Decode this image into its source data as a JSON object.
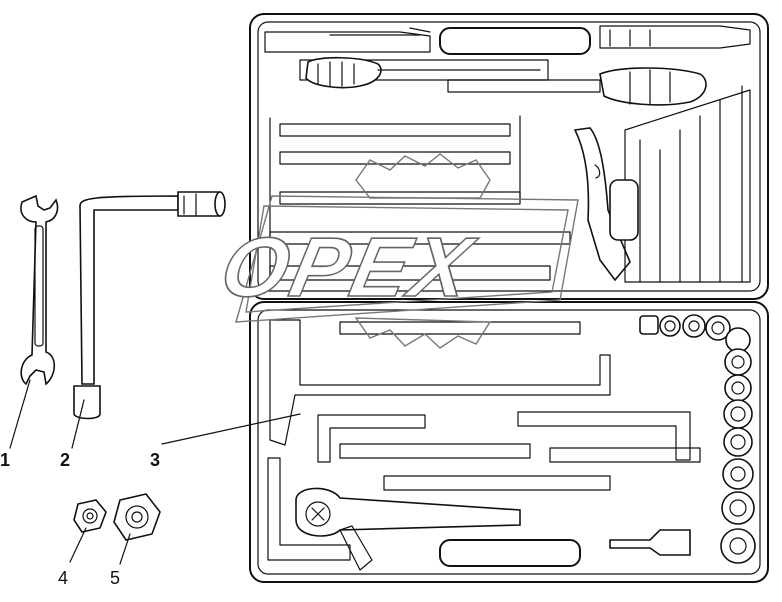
{
  "diagram": {
    "callouts": [
      {
        "id": "1",
        "text": "1"
      },
      {
        "id": "2",
        "text": "2"
      },
      {
        "id": "3",
        "text": "3"
      },
      {
        "id": "4",
        "text": "4"
      },
      {
        "id": "5",
        "text": "5"
      }
    ],
    "watermark": {
      "text": "OPEX"
    }
  }
}
